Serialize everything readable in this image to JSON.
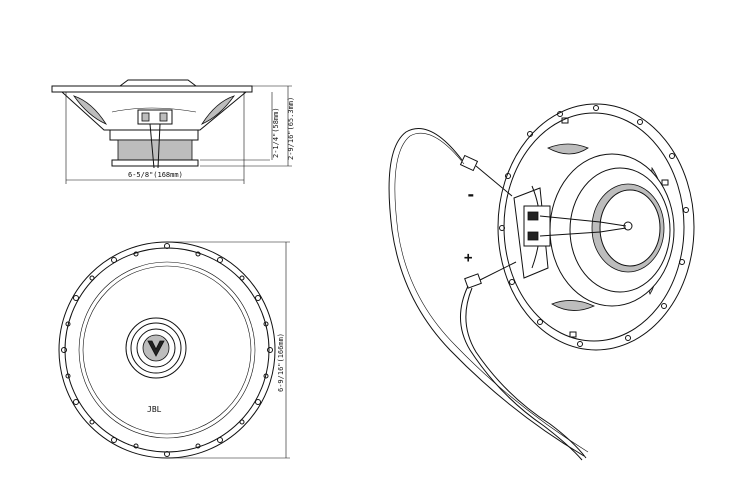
{
  "dimensions": {
    "mount_depth": "2-1/4\"(58mm)",
    "overall_depth": "2-9/16\"(65.3mm)",
    "width": "6-5/8\"(168mm)",
    "diameter": "6-9/16\"(166mm)"
  },
  "brand_logo": "JBL",
  "terminals": {
    "negative": "-",
    "positive": "+"
  }
}
